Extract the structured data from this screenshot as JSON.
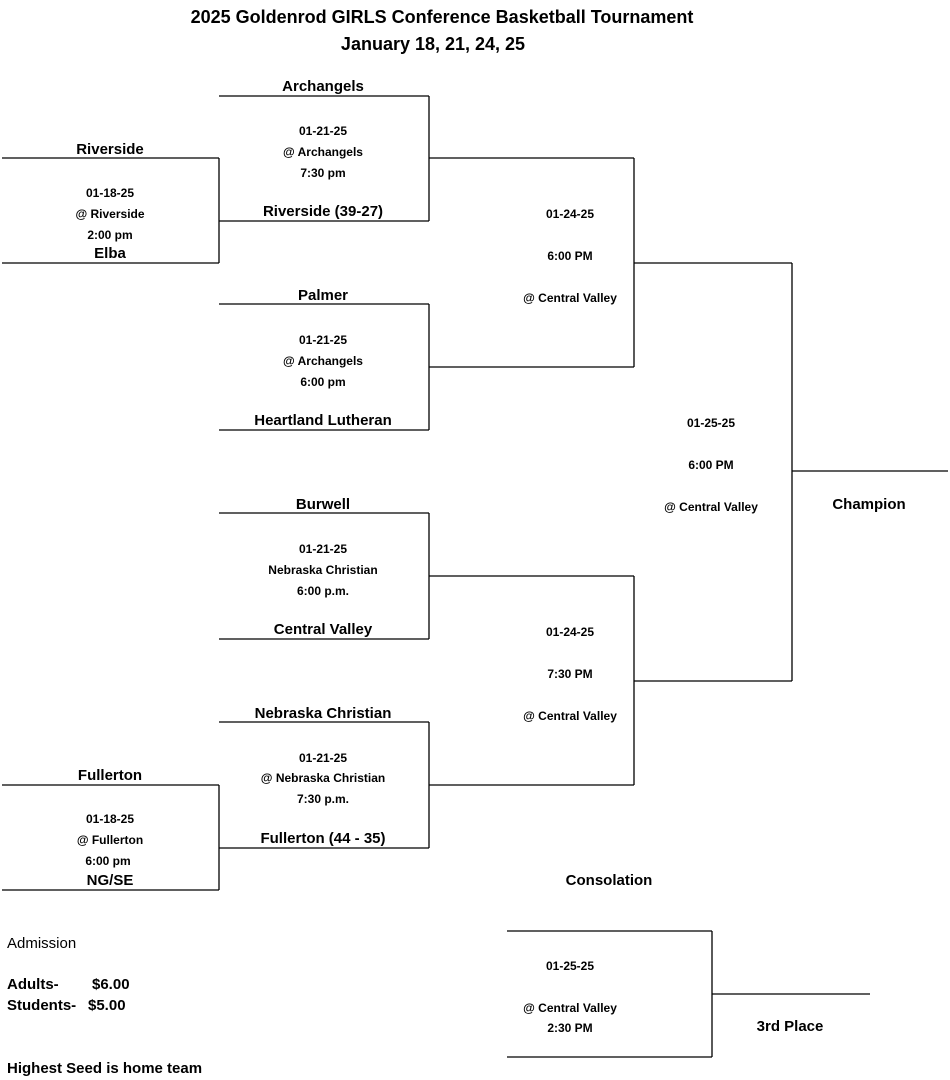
{
  "title": {
    "line1": "2025  Goldenrod GIRLS Conference Basketball Tournament",
    "line2": "January 18, 21, 24, 25"
  },
  "first_round": [
    {
      "top_team": "Riverside",
      "date": "01-18-25",
      "site": "@ Riverside",
      "time": "2:00 pm",
      "bottom_team": "Elba"
    },
    {
      "top_team": "Fullerton",
      "date": "01-18-25",
      "site": "@ Fullerton",
      "time": "6:00 pm",
      "bottom_team": "NG/SE"
    }
  ],
  "quarterfinals": [
    {
      "top_team": "Archangels",
      "date": "01-21-25",
      "site": "@ Archangels",
      "time": "7:30 pm",
      "bottom_team": "Riverside (39-27)"
    },
    {
      "top_team": "Palmer",
      "date": "01-21-25",
      "site": "@ Archangels",
      "time": "6:00 pm",
      "bottom_team": "Heartland Lutheran"
    },
    {
      "top_team": "Burwell",
      "date": "01-21-25",
      "site": "Nebraska Christian",
      "time": "6:00 p.m.",
      "bottom_team": "Central Valley"
    },
    {
      "top_team": "Nebraska Christian",
      "date": "01-21-25",
      "site": "@ Nebraska Christian",
      "time": "7:30 p.m.",
      "bottom_team": "Fullerton (44 - 35)"
    }
  ],
  "semifinals": [
    {
      "date": "01-24-25",
      "time": "6:00 PM",
      "site": "@ Central Valley"
    },
    {
      "date": "01-24-25",
      "time": "7:30 PM",
      "site": "@ Central Valley"
    }
  ],
  "final": {
    "date": "01-25-25",
    "time": "6:00 PM",
    "site": "@ Central Valley",
    "label": "Champion"
  },
  "consolation": {
    "heading": "Consolation",
    "date": "01-25-25",
    "site": "@ Central Valley",
    "time": "2:30 PM",
    "label": "3rd Place"
  },
  "admission": {
    "heading": "Admission",
    "adults_label": "Adults-",
    "adults_price": "$6.00",
    "students_label": "Students-",
    "students_price": "$5.00"
  },
  "note": "Highest Seed is home team"
}
